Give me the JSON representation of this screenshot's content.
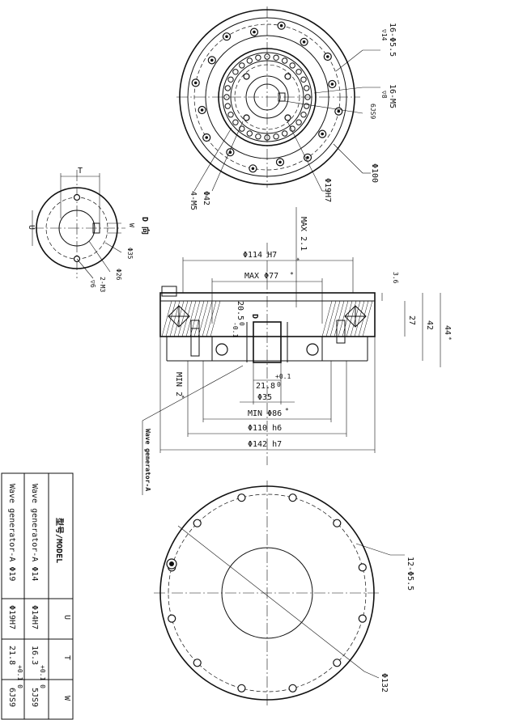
{
  "top_view": {
    "bolt_callout": "16-Φ5.5",
    "bolt_depth": "▽14",
    "thread_callout": "16-M5",
    "thread_depth": "▽8",
    "keyway": "6JS9",
    "dia_100": "Φ100",
    "dia_19h7": "Φ19H7",
    "dia_42": "Φ42",
    "tap_4m5": "4-M5"
  },
  "d_view": {
    "label": "D 向",
    "t": "T",
    "u": "U",
    "w": "W",
    "dia_35": "Φ35",
    "dia_26": "Φ26",
    "tap_2m3": "2-M3",
    "tap_depth": "▽6"
  },
  "section": {
    "max_21": "MAX 2.1",
    "star": "*",
    "dia_114": "Φ114  H7",
    "max_77": "MAX Φ77",
    "d_mark": "D",
    "dim_20_5": "20.5",
    "tol_20_5_upper": "0",
    "tol_20_5_lower": "-0.1",
    "dim_3_6": "3.6",
    "dim_27": "27",
    "dim_42": "42",
    "dim_44": "44",
    "min_2": "MIN 2",
    "dim_21_8": "21.8",
    "tol_21_8_upper": "+0.1",
    "tol_21_8_lower": "0",
    "dia_35": "Φ35",
    "min_86": "MIN Φ86",
    "dia_110": "Φ110  h6",
    "dia_142": "Φ142  h7",
    "wave_label": "Wave generator-A"
  },
  "bottom_view": {
    "holes_12": "12-Φ5.5",
    "dia_132": "Φ132"
  },
  "table": {
    "headers": [
      "型号/MODEL",
      "U",
      "T",
      "W"
    ],
    "rows": [
      [
        "Wave generator-A  Φ14",
        "Φ14H7",
        "16.3",
        "5JS9"
      ],
      [
        "Wave generator-A  Φ19",
        "Φ19H7",
        "21.8",
        "6JS9"
      ]
    ],
    "tol_row1": "+0.1 0",
    "tol_row2": "+0.1 0"
  }
}
